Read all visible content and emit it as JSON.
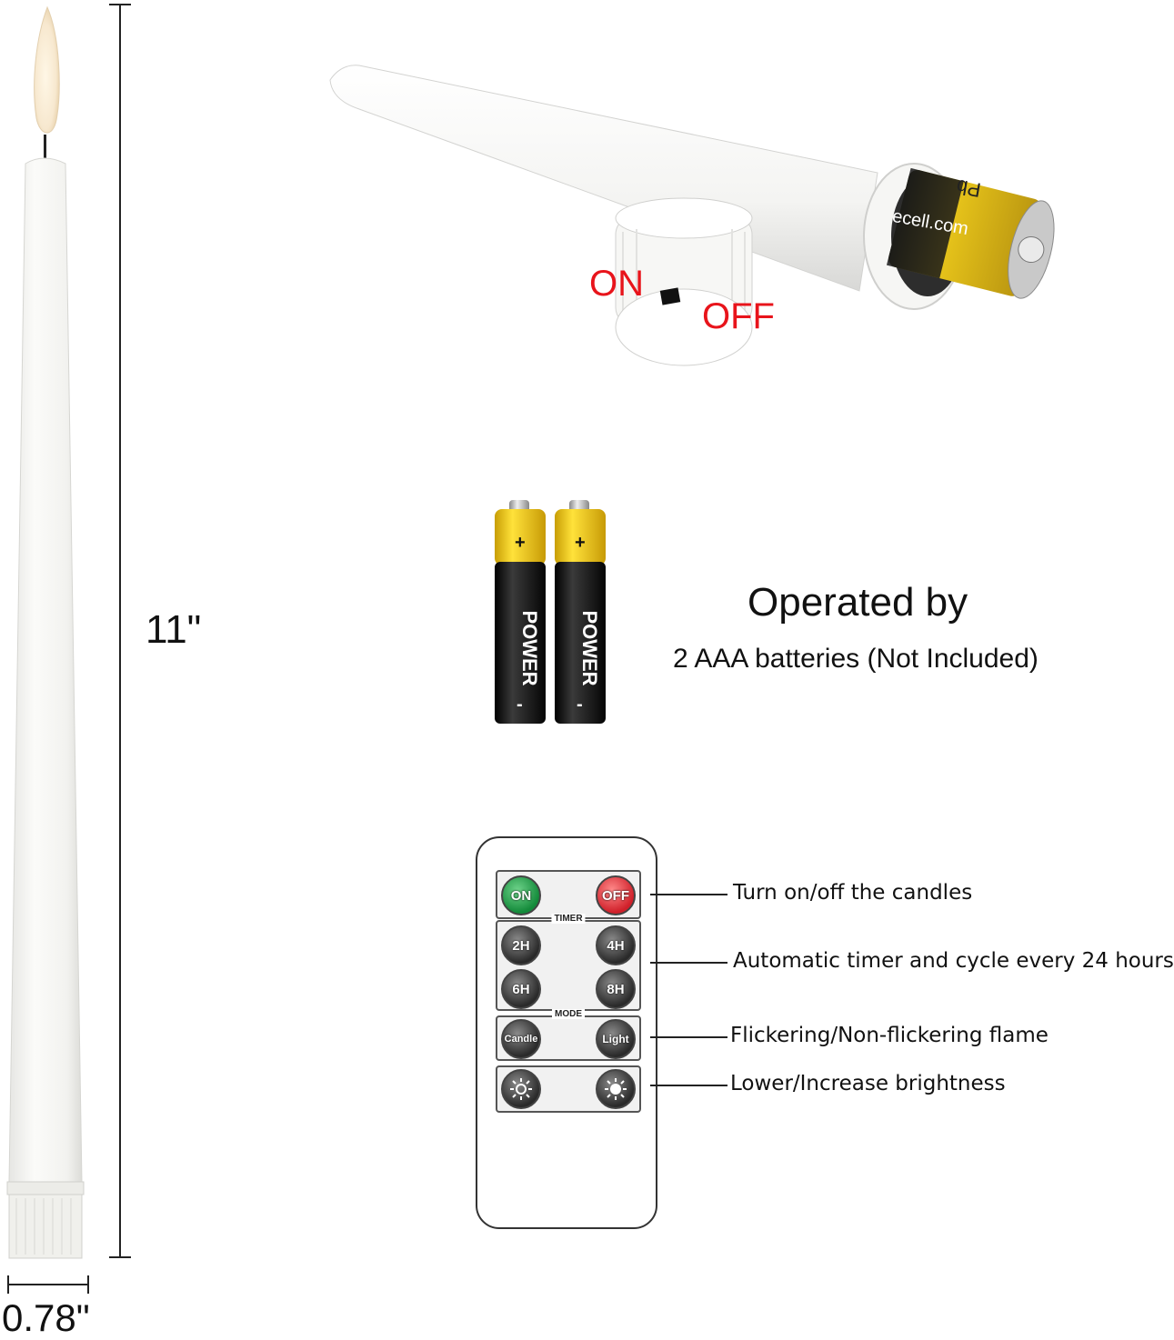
{
  "dimensions": {
    "height": "11\"",
    "width": "0.78\""
  },
  "switch": {
    "on_label": "ON",
    "off_label": "OFF"
  },
  "battery_info": {
    "title": "Operated by",
    "subtitle": "2 AAA batteries (Not Included)",
    "battery_brand": "POWER",
    "plus_symbol": "+",
    "minus_symbol": "-",
    "battery_top_text": "ecell.com",
    "battery_top_symbol": "Pb"
  },
  "remote": {
    "on_button": "ON",
    "off_button": "OFF",
    "timer_label": "TIMER",
    "mode_label": "MODE",
    "timer_buttons": [
      "2H",
      "4H",
      "6H",
      "8H"
    ],
    "mode_buttons": [
      "Candle",
      "Light"
    ]
  },
  "callouts": [
    "Turn on/off the candles",
    "Automatic timer and cycle every 24 hours",
    "Flickering/Non-flickering flame",
    "Lower/Increase brightness"
  ],
  "colors": {
    "accent_red": "#e8141b",
    "candle_white": "#f4f4f2",
    "battery_yellow": "#f2c418",
    "battery_black": "#111111"
  }
}
